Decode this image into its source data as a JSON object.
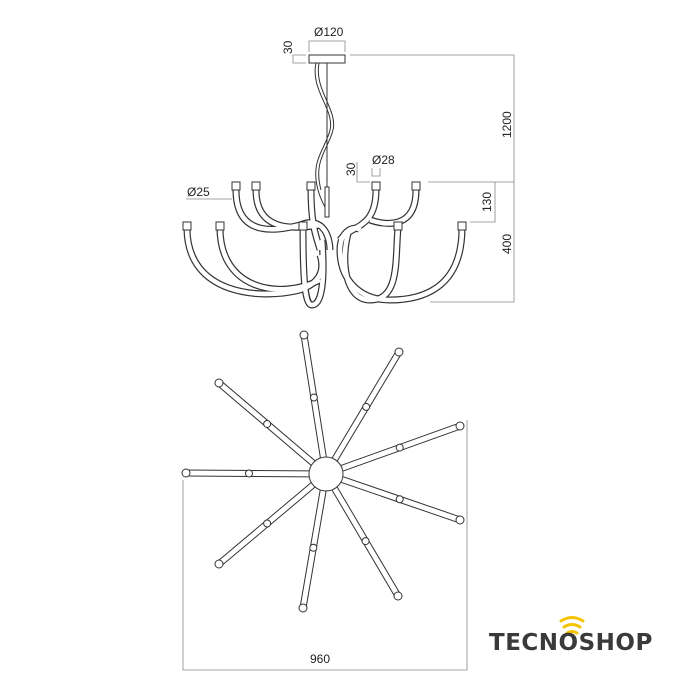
{
  "dimensions": {
    "canopy_diameter": "Ø120",
    "canopy_height": "30",
    "suspension_height": "1200",
    "tube_diameter_upper": "Ø28",
    "cap_height": "30",
    "tube_diameter_lower": "Ø25",
    "upper_tier_height": "130",
    "body_height": "400",
    "overall_width": "960"
  },
  "logo": {
    "text": "TECNOSHOP",
    "accent_color": "#f5c400",
    "text_color": "#3a3a3a"
  },
  "colors": {
    "line": "#333333",
    "dimension_line": "#888888"
  }
}
